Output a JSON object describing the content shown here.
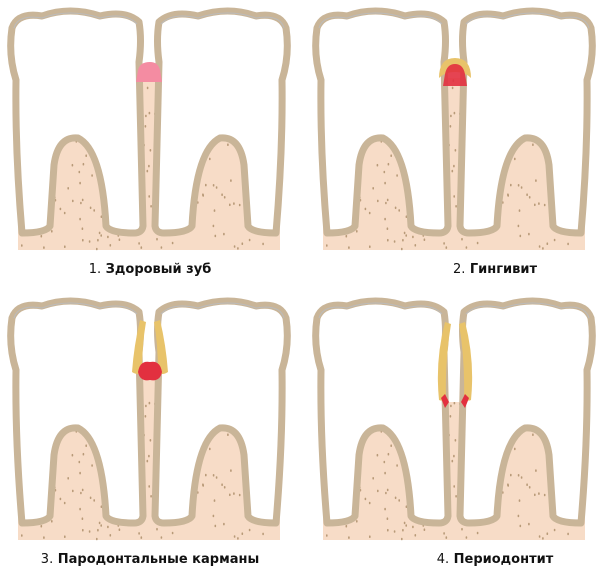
{
  "colors": {
    "tooth": "#ffffff",
    "ligament": "#c9b598",
    "bone": "#f7dcc7",
    "bone_dot": "#b89a78",
    "gum_healthy": "#f48ca2",
    "gum_yellow": "#e8c36a",
    "inflamed": "#e2303f"
  },
  "panels": [
    {
      "number": "1.",
      "title": "Здоровый зуб",
      "stage": "healthy"
    },
    {
      "number": "2.",
      "title": "Гингивит",
      "stage": "gingivitis"
    },
    {
      "number": "3.",
      "title": "Пародонтальные карманы",
      "stage": "pockets"
    },
    {
      "number": "4.",
      "title": "Периодонтит",
      "stage": "periodontitis"
    }
  ]
}
